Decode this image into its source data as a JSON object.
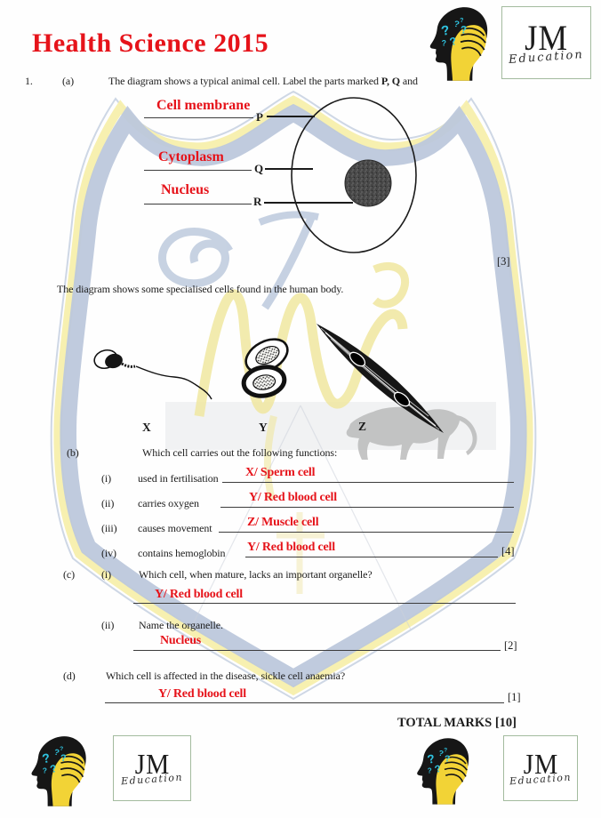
{
  "colors": {
    "accent_red": "#e6131a",
    "watermark_blue": "#bdc9dd",
    "watermark_yellow": "#f7efac",
    "brain_cyan": "#2fc4e1",
    "hand_yellow": "#f2d336",
    "lion_gray": "#b7b7b7"
  },
  "header": {
    "title": "Health Science 2015"
  },
  "logo": {
    "brand": "JM",
    "script": "Education",
    "qmark": "?"
  },
  "q1": {
    "number": "1.",
    "a": {
      "label": "(a)",
      "text_pre": "The diagram shows a typical animal cell. Label the parts marked ",
      "text_bold": "P, Q",
      "text_post": " and",
      "marks": "[3]",
      "answers": [
        {
          "letter": "P",
          "text": "Cell membrane"
        },
        {
          "letter": "Q",
          "text": "Cytoplasm"
        },
        {
          "letter": "R",
          "text": "Nucleus"
        }
      ]
    },
    "cells_intro": "The diagram shows some specialised cells found in the human body.",
    "cell_labels": [
      "X",
      "Y",
      "Z"
    ],
    "b": {
      "label": "(b)",
      "question": "Which cell carries out the following functions:",
      "marks": "[4]",
      "items": [
        {
          "num": "(i)",
          "text": "used in fertilisation",
          "answer": "X/ Sperm cell"
        },
        {
          "num": "(ii)",
          "text": "carries oxygen",
          "answer": "Y/ Red blood cell"
        },
        {
          "num": "(iii)",
          "text": "causes movement",
          "answer": "Z/ Muscle cell"
        },
        {
          "num": "(iv)",
          "text": "contains hemoglobin",
          "answer": "Y/ Red blood cell"
        }
      ]
    },
    "c": {
      "label": "(c)",
      "i": {
        "num": "(i)",
        "text": "Which cell, when mature, lacks an important organelle?",
        "answer": "Y/ Red blood cell"
      },
      "ii": {
        "num": "(ii)",
        "text": "Name the organelle.",
        "answer": "Nucleus",
        "marks": "[2]"
      }
    },
    "d": {
      "label": "(d)",
      "text": "Which cell is affected in the disease, sickle cell anaemia?",
      "answer": "Y/ Red blood cell",
      "marks": "[1]"
    }
  },
  "footer": {
    "total": "TOTAL MARKS [10]"
  }
}
